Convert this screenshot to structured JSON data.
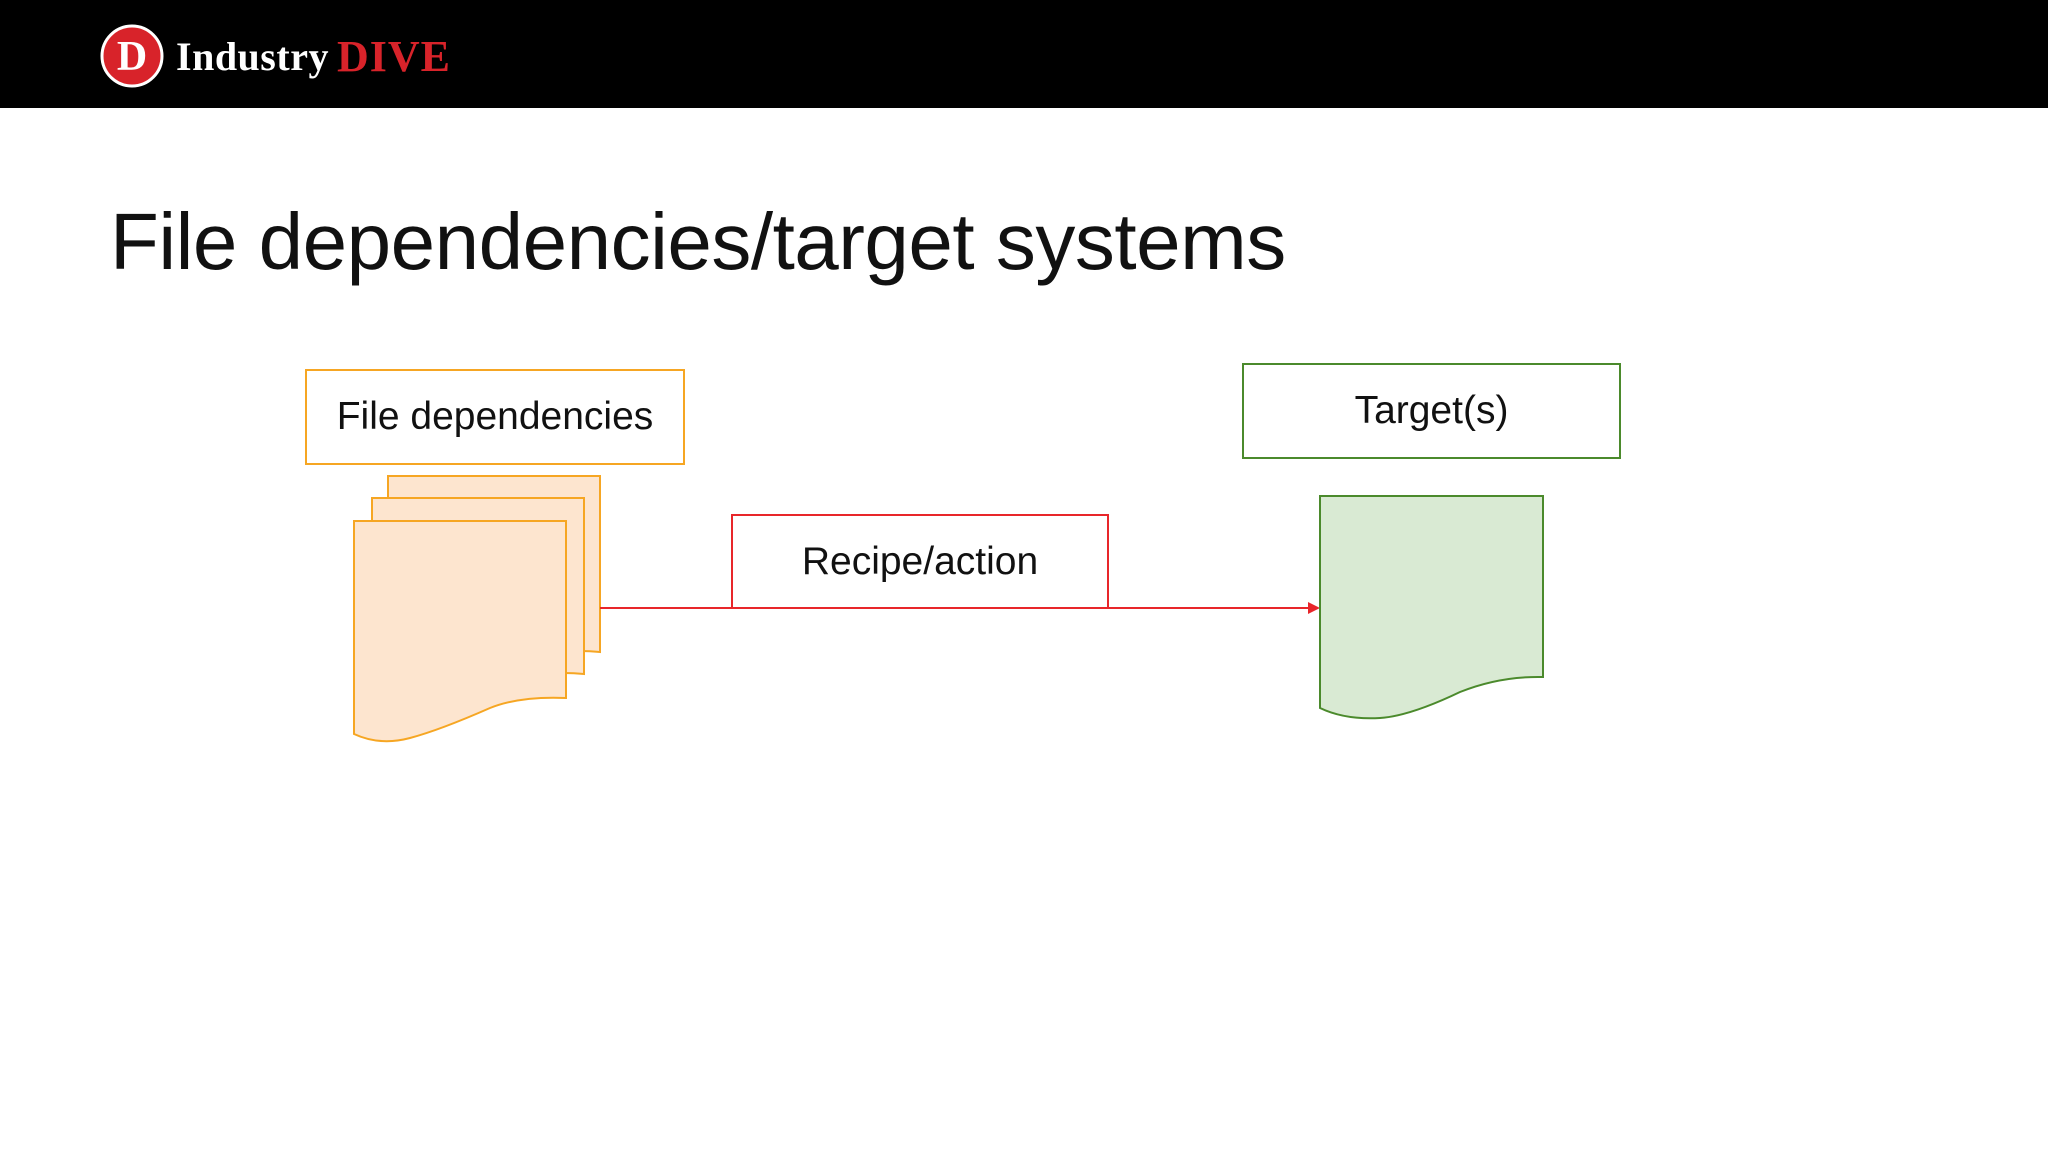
{
  "header": {
    "logo_text_primary": "Industry",
    "logo_text_accent": "DIVE",
    "logo_letter": "D",
    "colors": {
      "bar": "#000000",
      "accent": "#d8232a",
      "logo_text": "#ffffff"
    }
  },
  "slide": {
    "title": "File dependencies/target systems"
  },
  "diagram": {
    "dependencies_label": "File dependencies",
    "recipe_label": "Recipe/action",
    "targets_label": "Target(s)",
    "colors": {
      "dependencies_stroke": "#f6a623",
      "dependencies_fill": "#fde5cf",
      "recipe_stroke": "#e8262a",
      "targets_stroke": "#4b8a2c",
      "targets_fill": "#d9ead3"
    },
    "icons": {
      "dependencies": "document-stack-icon",
      "target": "document-icon",
      "connector": "arrow-right-icon"
    }
  }
}
